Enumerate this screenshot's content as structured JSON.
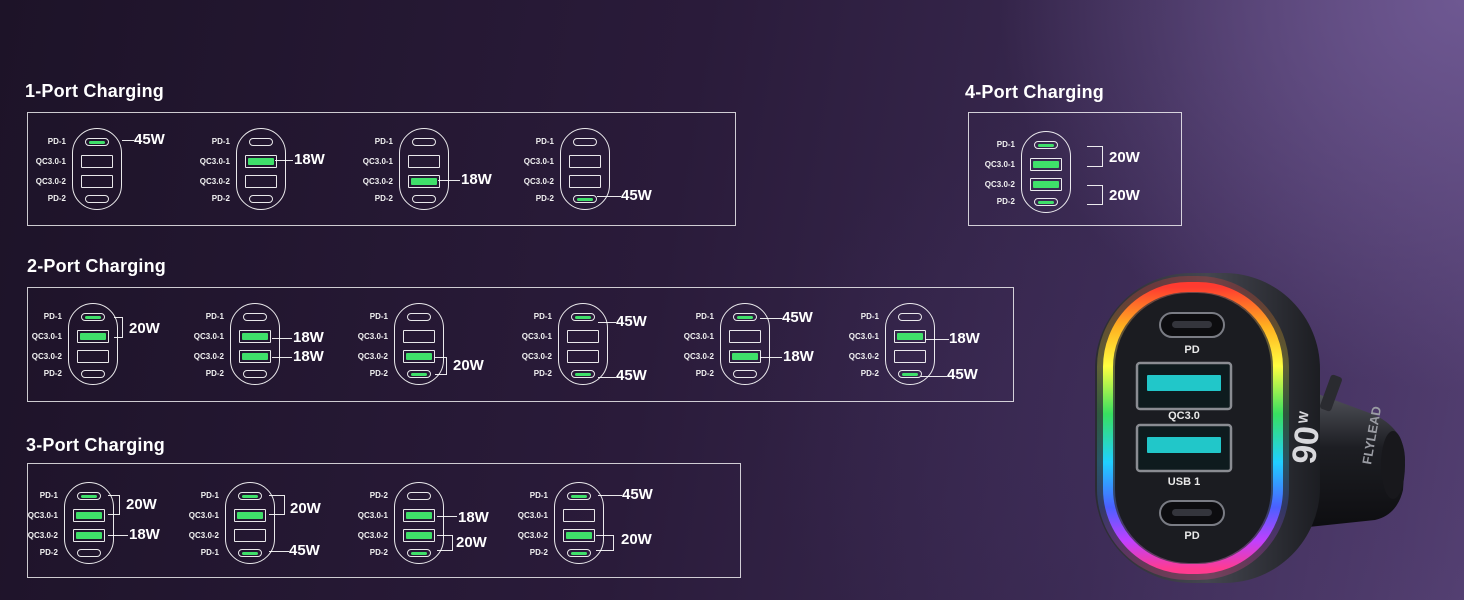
{
  "sections": [
    {
      "title": "1-Port Charging"
    },
    {
      "title": "2-Port Charging"
    },
    {
      "title": "3-Port Charging"
    },
    {
      "title": "4-Port Charging"
    }
  ],
  "labels": {
    "pd1": "PD-1",
    "qc1": "QC3.0-1",
    "qc2": "QC3.0-2",
    "pd2": "PD-2"
  },
  "watts": {
    "w45": "45W",
    "w20": "20W",
    "w18": "18W"
  },
  "product": {
    "brand": "FLYLEAD",
    "power": "90",
    "power_unit": "W",
    "ports": [
      "PD",
      "QC3.0",
      "USB 1",
      "PD"
    ]
  },
  "colors": {
    "active_port": "#3fe06a",
    "usb_a_teal": "#21c7c9"
  },
  "diagrams": [
    {
      "group": 0,
      "labels": [
        "pd1",
        "qc1",
        "qc2",
        "pd2"
      ],
      "on": [
        1,
        0,
        0,
        0
      ]
    },
    {
      "group": 0,
      "labels": [
        "pd1",
        "qc1",
        "qc2",
        "pd2"
      ],
      "on": [
        0,
        1,
        0,
        0
      ]
    },
    {
      "group": 0,
      "labels": [
        "pd1",
        "qc1",
        "qc2",
        "pd2"
      ],
      "on": [
        0,
        0,
        1,
        0
      ]
    },
    {
      "group": 0,
      "labels": [
        "pd1",
        "qc1",
        "qc2",
        "pd2"
      ],
      "on": [
        0,
        0,
        0,
        1
      ]
    },
    {
      "group": 3,
      "labels": [
        "pd1",
        "qc1",
        "qc2",
        "pd2"
      ],
      "on": [
        1,
        1,
        1,
        1
      ]
    },
    {
      "group": 1,
      "labels": [
        "pd1",
        "qc1",
        "qc2",
        "pd2"
      ],
      "on": [
        1,
        1,
        0,
        0
      ]
    },
    {
      "group": 1,
      "labels": [
        "pd1",
        "qc1",
        "qc2",
        "pd2"
      ],
      "on": [
        0,
        1,
        1,
        0
      ]
    },
    {
      "group": 1,
      "labels": [
        "pd1",
        "qc1",
        "qc2",
        "pd2"
      ],
      "on": [
        0,
        0,
        1,
        1
      ]
    },
    {
      "group": 1,
      "labels": [
        "pd1",
        "qc1",
        "qc2",
        "pd2"
      ],
      "on": [
        1,
        0,
        0,
        1
      ]
    },
    {
      "group": 1,
      "labels": [
        "pd1",
        "qc1",
        "qc2",
        "pd2"
      ],
      "on": [
        1,
        0,
        1,
        0
      ]
    },
    {
      "group": 1,
      "labels": [
        "pd1",
        "qc1",
        "qc2",
        "pd2"
      ],
      "on": [
        0,
        1,
        0,
        1
      ]
    },
    {
      "group": 2,
      "labels": [
        "pd1",
        "qc1",
        "qc2",
        "pd2"
      ],
      "on": [
        1,
        1,
        1,
        0
      ]
    },
    {
      "group": 2,
      "labels": [
        "pd1",
        "qc1",
        "qc2",
        "pd1"
      ],
      "on": [
        1,
        1,
        0,
        1
      ]
    },
    {
      "group": 2,
      "labels": [
        "pd2",
        "qc1",
        "qc2",
        "pd2"
      ],
      "on": [
        0,
        1,
        1,
        1
      ]
    },
    {
      "group": 2,
      "labels": [
        "pd1",
        "qc1",
        "qc2",
        "pd2"
      ],
      "on": [
        1,
        0,
        1,
        1
      ]
    }
  ]
}
